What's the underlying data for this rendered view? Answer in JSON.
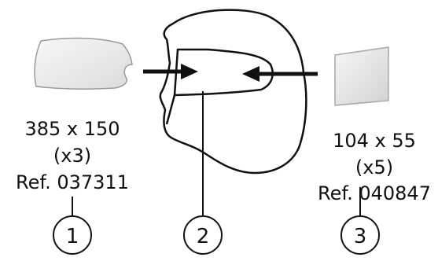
{
  "left_part": {
    "size": "385 x 150",
    "quantity": "(x3)",
    "reference": "Ref. 037311",
    "callout": "1"
  },
  "center_part": {
    "callout": "2"
  },
  "right_part": {
    "size": "104 x 55",
    "quantity": "(x5)",
    "reference": "Ref. 040847",
    "callout": "3"
  },
  "colors": {
    "line": "#111111",
    "lens_fill": "#efefef",
    "lens_stroke": "#9a9a9a"
  },
  "icons": {
    "left": "visor-lens-icon",
    "center": "welding-hood-icon",
    "right": "cover-plate-icon"
  }
}
